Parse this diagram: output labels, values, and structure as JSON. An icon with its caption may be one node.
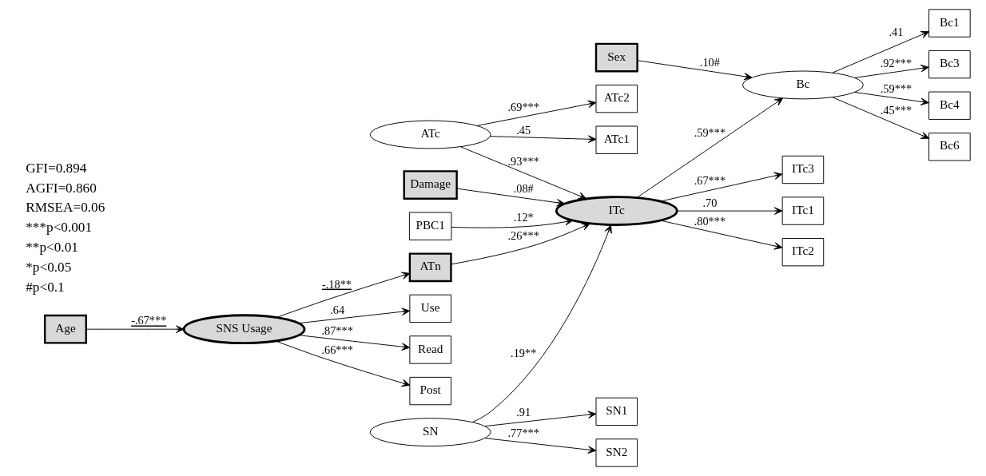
{
  "diagram": {
    "nodes": [
      {
        "text": [
          "Use"
        ]
      },
      {
        "text": [
          "Read"
        ]
      },
      {
        "text": [
          "Post"
        ]
      },
      {
        "text": [
          "ATc2"
        ]
      },
      {
        "text": [
          "ATc1"
        ]
      },
      {
        "text": [
          "SNS Usage"
        ]
      },
      {
        "text": [
          "Age"
        ]
      },
      {
        "text": [
          "ATc"
        ]
      },
      {
        "text": [
          "Damage"
        ]
      },
      {
        "text": [
          "ATn"
        ]
      },
      {
        "text": [
          "SN1"
        ]
      },
      {
        "text": [
          "SN"
        ]
      },
      {
        "text": [
          "ITc"
        ]
      },
      {
        "text": [
          "Bc"
        ]
      },
      {
        "text": [
          "Bc1"
        ]
      },
      {
        "text": [
          "Bc3"
        ]
      },
      {
        "text": [
          "SN2"
        ]
      },
      {
        "text": [
          "Bc4"
        ]
      },
      {
        "text": [
          "PBC1"
        ]
      },
      {
        "text": [
          "Sex"
        ]
      },
      {
        "text": [
          "Bc6"
        ]
      },
      {
        "text": [
          "ITc1"
        ]
      },
      {
        "text": [
          "ITc2"
        ]
      },
      {
        "text": [
          "ITc3"
        ]
      }
    ],
    "edges": [
      {
        "from": 5,
        "to": 0,
        "arrow": "to",
        "label": ".64"
      },
      {
        "from": 5,
        "to": 1,
        "arrow": "to",
        "label": ".87***"
      },
      {
        "from": 5,
        "to": 2,
        "arrow": "to",
        "label": ".66***"
      },
      {
        "from": 6,
        "to": 5,
        "arrow": "to",
        "label": "-.67***"
      },
      {
        "from": 7,
        "to": 4,
        "arrow": "to",
        "label": ".45"
      },
      {
        "from": 7,
        "to": 3,
        "arrow": "to",
        "label": ".69***"
      },
      {
        "from": 5,
        "to": 9,
        "arrow": "to",
        "label": "-.18**"
      },
      {
        "from": 7,
        "to": 12,
        "arrow": "to",
        "label": ".93***"
      },
      {
        "from": 9,
        "to": 12,
        "arrow": "to",
        "label": ".26***"
      },
      {
        "from": 8,
        "to": 12,
        "arrow": "to",
        "label": ".08#"
      },
      {
        "from": 11,
        "to": 10,
        "arrow": "to",
        "label": ".91"
      },
      {
        "from": 11,
        "to": 16,
        "arrow": "to",
        "label": ".77***"
      },
      {
        "from": 11,
        "to": 12,
        "arrow": "to",
        "label": ".19**"
      },
      {
        "from": 18,
        "to": 12,
        "arrow": "to",
        "label": ".12*"
      },
      {
        "from": 12,
        "to": 13,
        "arrow": "to",
        "label": ".59***"
      },
      {
        "from": 12,
        "to": 21,
        "arrow": "to",
        "label": ".70"
      },
      {
        "from": 12,
        "to": 22,
        "arrow": "to",
        "label": ".80***"
      },
      {
        "from": 12,
        "to": 23,
        "arrow": "to",
        "label": ".67***"
      },
      {
        "from": 13,
        "to": 14,
        "arrow": "to",
        "label": ".41"
      },
      {
        "from": 13,
        "to": 15,
        "arrow": "to",
        "label": ".92***"
      },
      {
        "from": 13,
        "to": 17,
        "arrow": "to",
        "label": ".59***"
      },
      {
        "from": 13,
        "to": 20,
        "arrow": "to",
        "label": ".45***"
      },
      {
        "from": 19,
        "to": 13,
        "arrow": "to",
        "label": ".10#"
      }
    ],
    "labels": [
      "GFI=0.894",
      "AGFI=0.860",
      "RMSEA=0.06",
      "***p<0.001",
      "**p<0.01",
      "*p<0.05",
      "#p<0.1"
    ]
  }
}
